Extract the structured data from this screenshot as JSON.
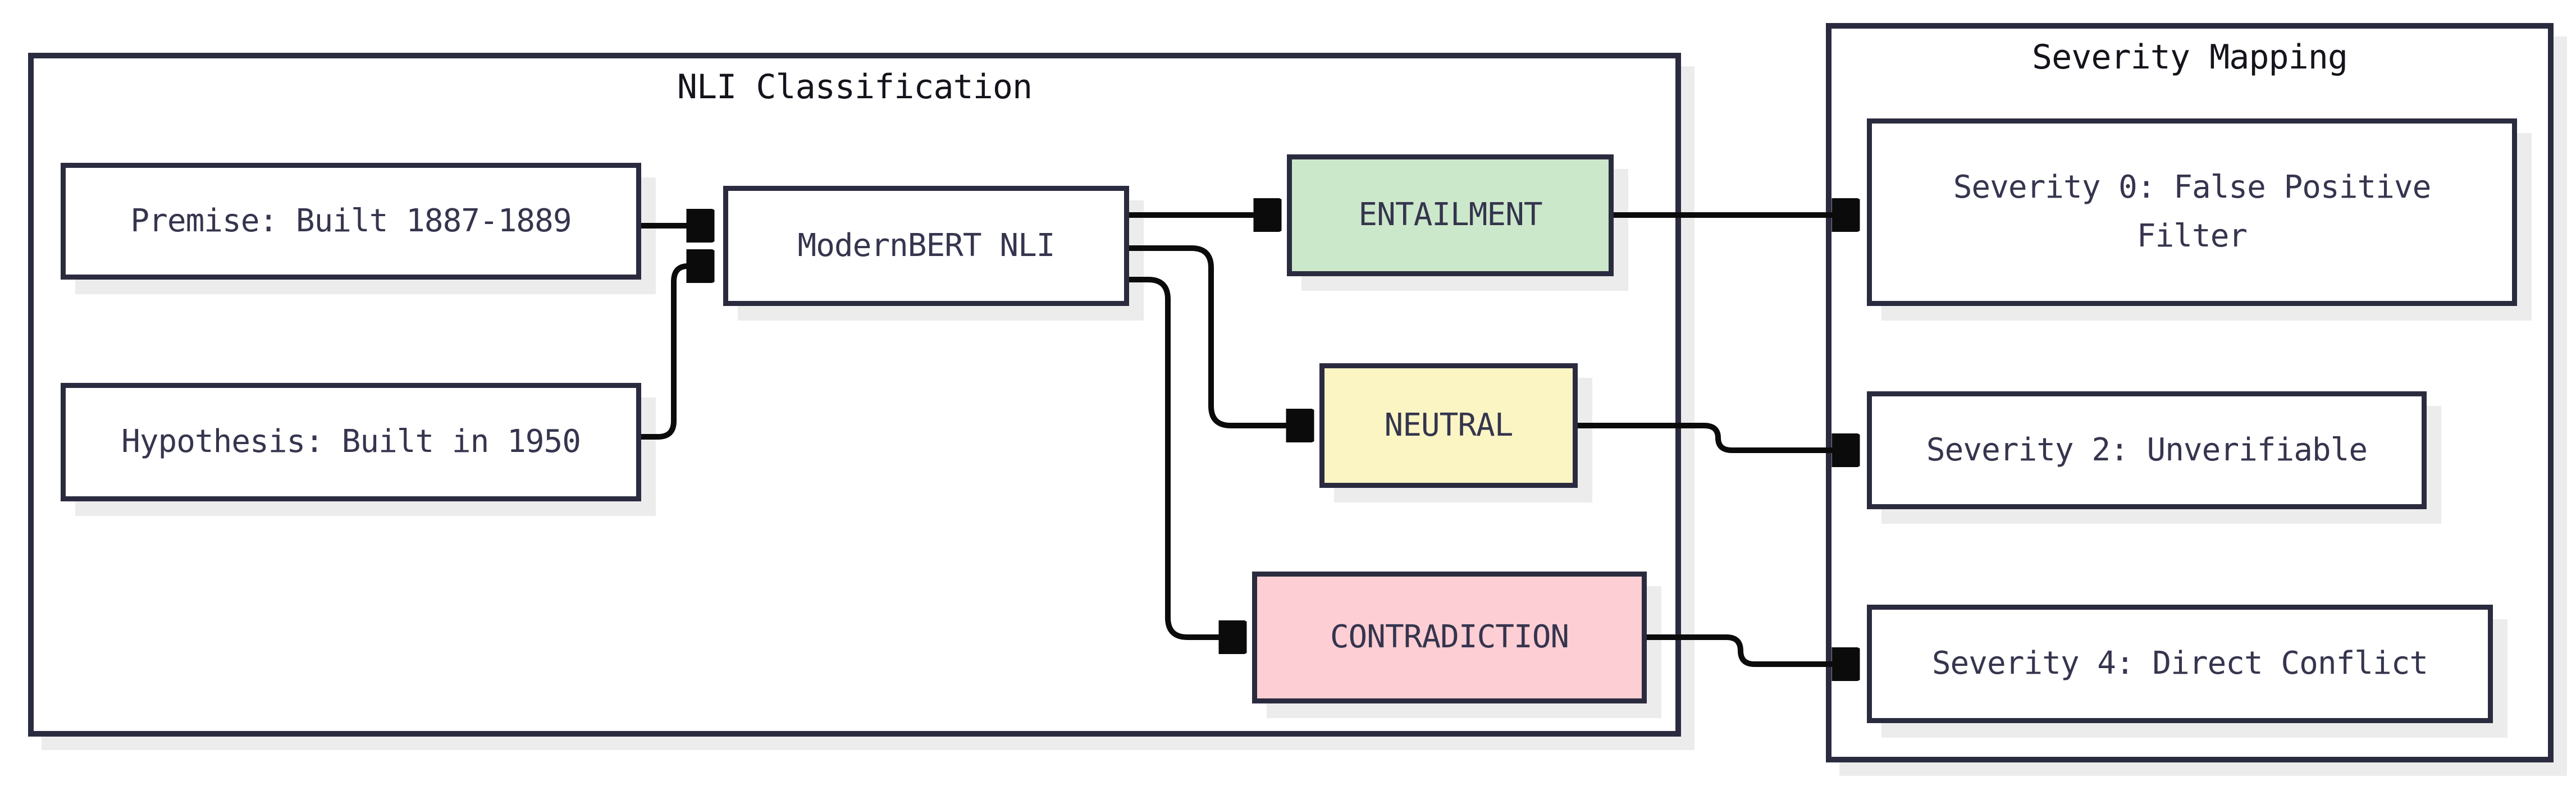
{
  "diagram": {
    "type": "flowchart",
    "background": "#ffffff",
    "colors": {
      "border": "#2b2b40",
      "node_text": "#35354e",
      "title_text": "#14141c",
      "arrow": "#0b0b0b",
      "shadow": "#ececec",
      "entailment_fill": "#cce8ca",
      "neutral_fill": "#fbf5c4",
      "contradiction_fill": "#fdced3",
      "node_fill": "#ffffff"
    },
    "containers": [
      {
        "id": "nli-classification",
        "title": "NLI Classification"
      },
      {
        "id": "severity-mapping",
        "title": "Severity Mapping"
      }
    ],
    "nodes": [
      {
        "id": "premise",
        "label": "Premise: Built 1887-1889",
        "fill": "#ffffff",
        "container": "nli-classification"
      },
      {
        "id": "hypothesis",
        "label": "Hypothesis: Built in 1950",
        "fill": "#ffffff",
        "container": "nli-classification"
      },
      {
        "id": "modernbert-nli",
        "label": "ModernBERT NLI",
        "fill": "#ffffff",
        "container": "nli-classification"
      },
      {
        "id": "entailment",
        "label": "ENTAILMENT",
        "fill": "#cce8ca",
        "container": "nli-classification"
      },
      {
        "id": "neutral",
        "label": "NEUTRAL",
        "fill": "#fbf5c4",
        "container": "nli-classification"
      },
      {
        "id": "contradiction",
        "label": "CONTRADICTION",
        "fill": "#fdced3",
        "container": "nli-classification"
      },
      {
        "id": "severity-0",
        "label": "Severity 0: False Positive Filter",
        "fill": "#ffffff",
        "container": "severity-mapping"
      },
      {
        "id": "severity-2",
        "label": "Severity 2: Unverifiable",
        "fill": "#ffffff",
        "container": "severity-mapping"
      },
      {
        "id": "severity-4",
        "label": "Severity 4: Direct Conflict",
        "fill": "#ffffff",
        "container": "severity-mapping"
      }
    ],
    "edges": [
      {
        "from": "premise",
        "to": "modernbert-nli"
      },
      {
        "from": "hypothesis",
        "to": "modernbert-nli"
      },
      {
        "from": "modernbert-nli",
        "to": "entailment"
      },
      {
        "from": "modernbert-nli",
        "to": "neutral"
      },
      {
        "from": "modernbert-nli",
        "to": "contradiction"
      },
      {
        "from": "entailment",
        "to": "severity-0"
      },
      {
        "from": "neutral",
        "to": "severity-2"
      },
      {
        "from": "contradiction",
        "to": "severity-4"
      }
    ]
  }
}
